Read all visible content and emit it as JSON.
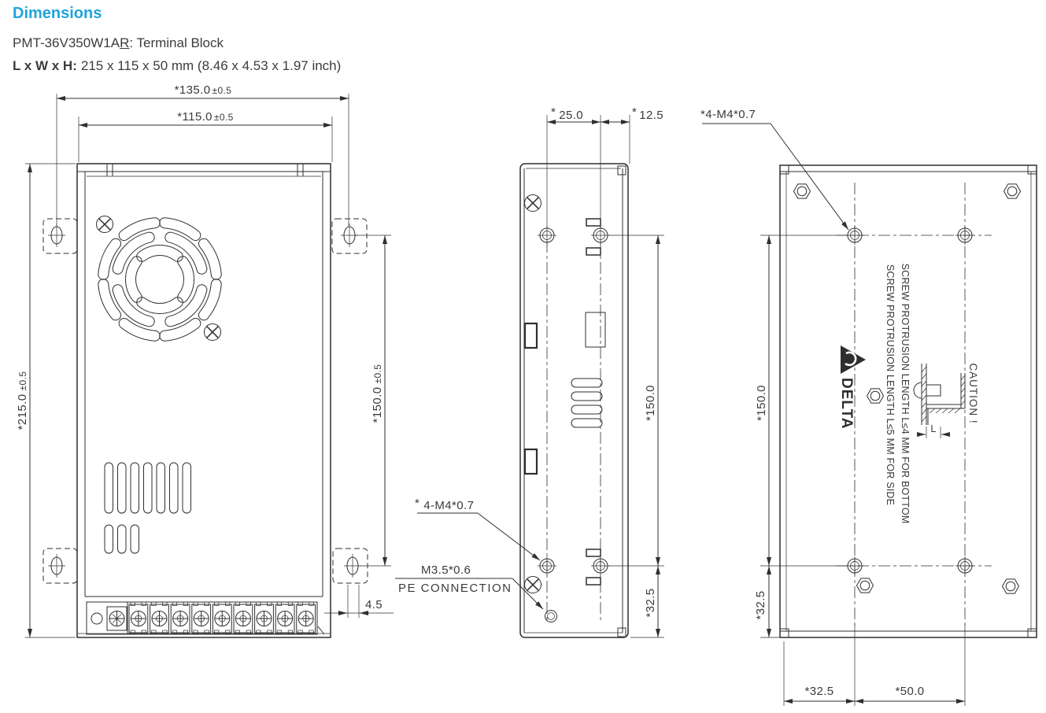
{
  "header": {
    "title": "Dimensions",
    "model_prefix": "PMT-36V350W1A",
    "model_underlined": "R",
    "model_suffix": ": Terminal Block",
    "lwh_label": "L x W x H:",
    "lwh_value": "215 x 115 x 50 mm (8.46 x 4.53 x 1.97 inch)"
  },
  "colors": {
    "accent": "#1FA4DC",
    "line": "#2F2F2F",
    "text": "#3A3A3A"
  },
  "front_view": {
    "dim_overall_width": {
      "value": "*135.0",
      "tol": "±0.5"
    },
    "dim_body_width": {
      "value": "*115.0",
      "tol": "±0.5"
    },
    "dim_overall_height": {
      "value": "*215.0",
      "tol": "±0.5"
    },
    "dim_mount_pitch": {
      "value": "*150.0",
      "tol": "±0.5"
    },
    "dim_bracket_slot": "4.5"
  },
  "side_view": {
    "dim_hole_to_hole": {
      "star": "*",
      "value": "25.0"
    },
    "dim_hole_to_edge": {
      "star": "*",
      "value": "12.5"
    },
    "dim_mount_pitch": "*150.0",
    "dim_bottom_offset": "*32.5",
    "label_mount_thread": {
      "star": "*",
      "value": "4-M4*0.7"
    },
    "label_pe_thread": "M3.5*0.6",
    "label_pe_connection": "PE CONNECTION"
  },
  "back_view": {
    "label_mount_thread": "*4-M4*0.7",
    "dim_mount_pitch": "*150.0",
    "dim_bottom_offset": "*32.5",
    "dim_bottom_left": "*32.5",
    "dim_bottom_pitch": "*50.0",
    "note_bottom": "SCREW PROTRUSION LENGTH L≤4 MM FOR BOTTOM",
    "note_side": "SCREW PROTRUSION LENGTH L≤5 MM FOR SIDE",
    "caution": "CAUTION !",
    "logo": "DELTA",
    "screw_len": "L"
  }
}
